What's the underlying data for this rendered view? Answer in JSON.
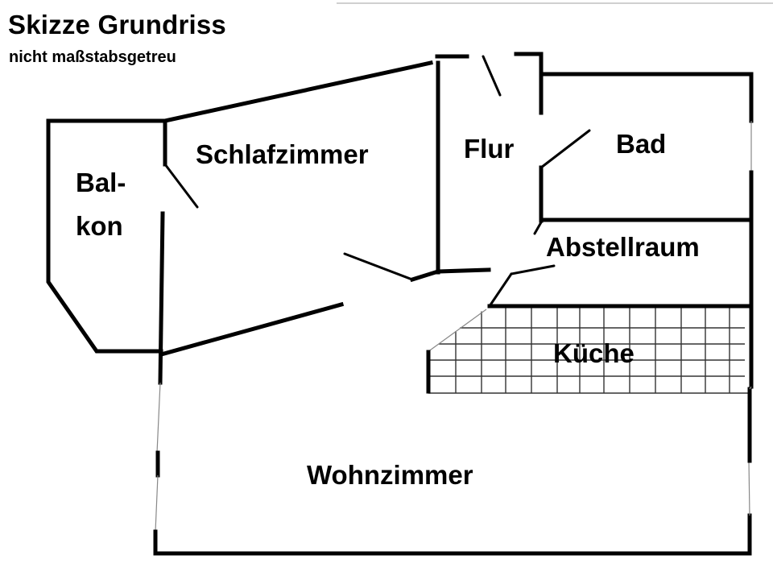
{
  "header": {
    "title": "Skizze Grundriss",
    "subtitle": "nicht maßstabsgetreu"
  },
  "rooms": {
    "balkon_line1": "Bal-",
    "balkon_line2": "kon",
    "schlafzimmer": "Schlafzimmer",
    "flur": "Flur",
    "bad": "Bad",
    "abstellraum": "Abstellraum",
    "kueche": "Küche",
    "wohnzimmer": "Wohnzimmer"
  },
  "colors": {
    "wall": "#000000",
    "window": "#888888",
    "tile_grid": "#333333",
    "background": "#ffffff"
  }
}
